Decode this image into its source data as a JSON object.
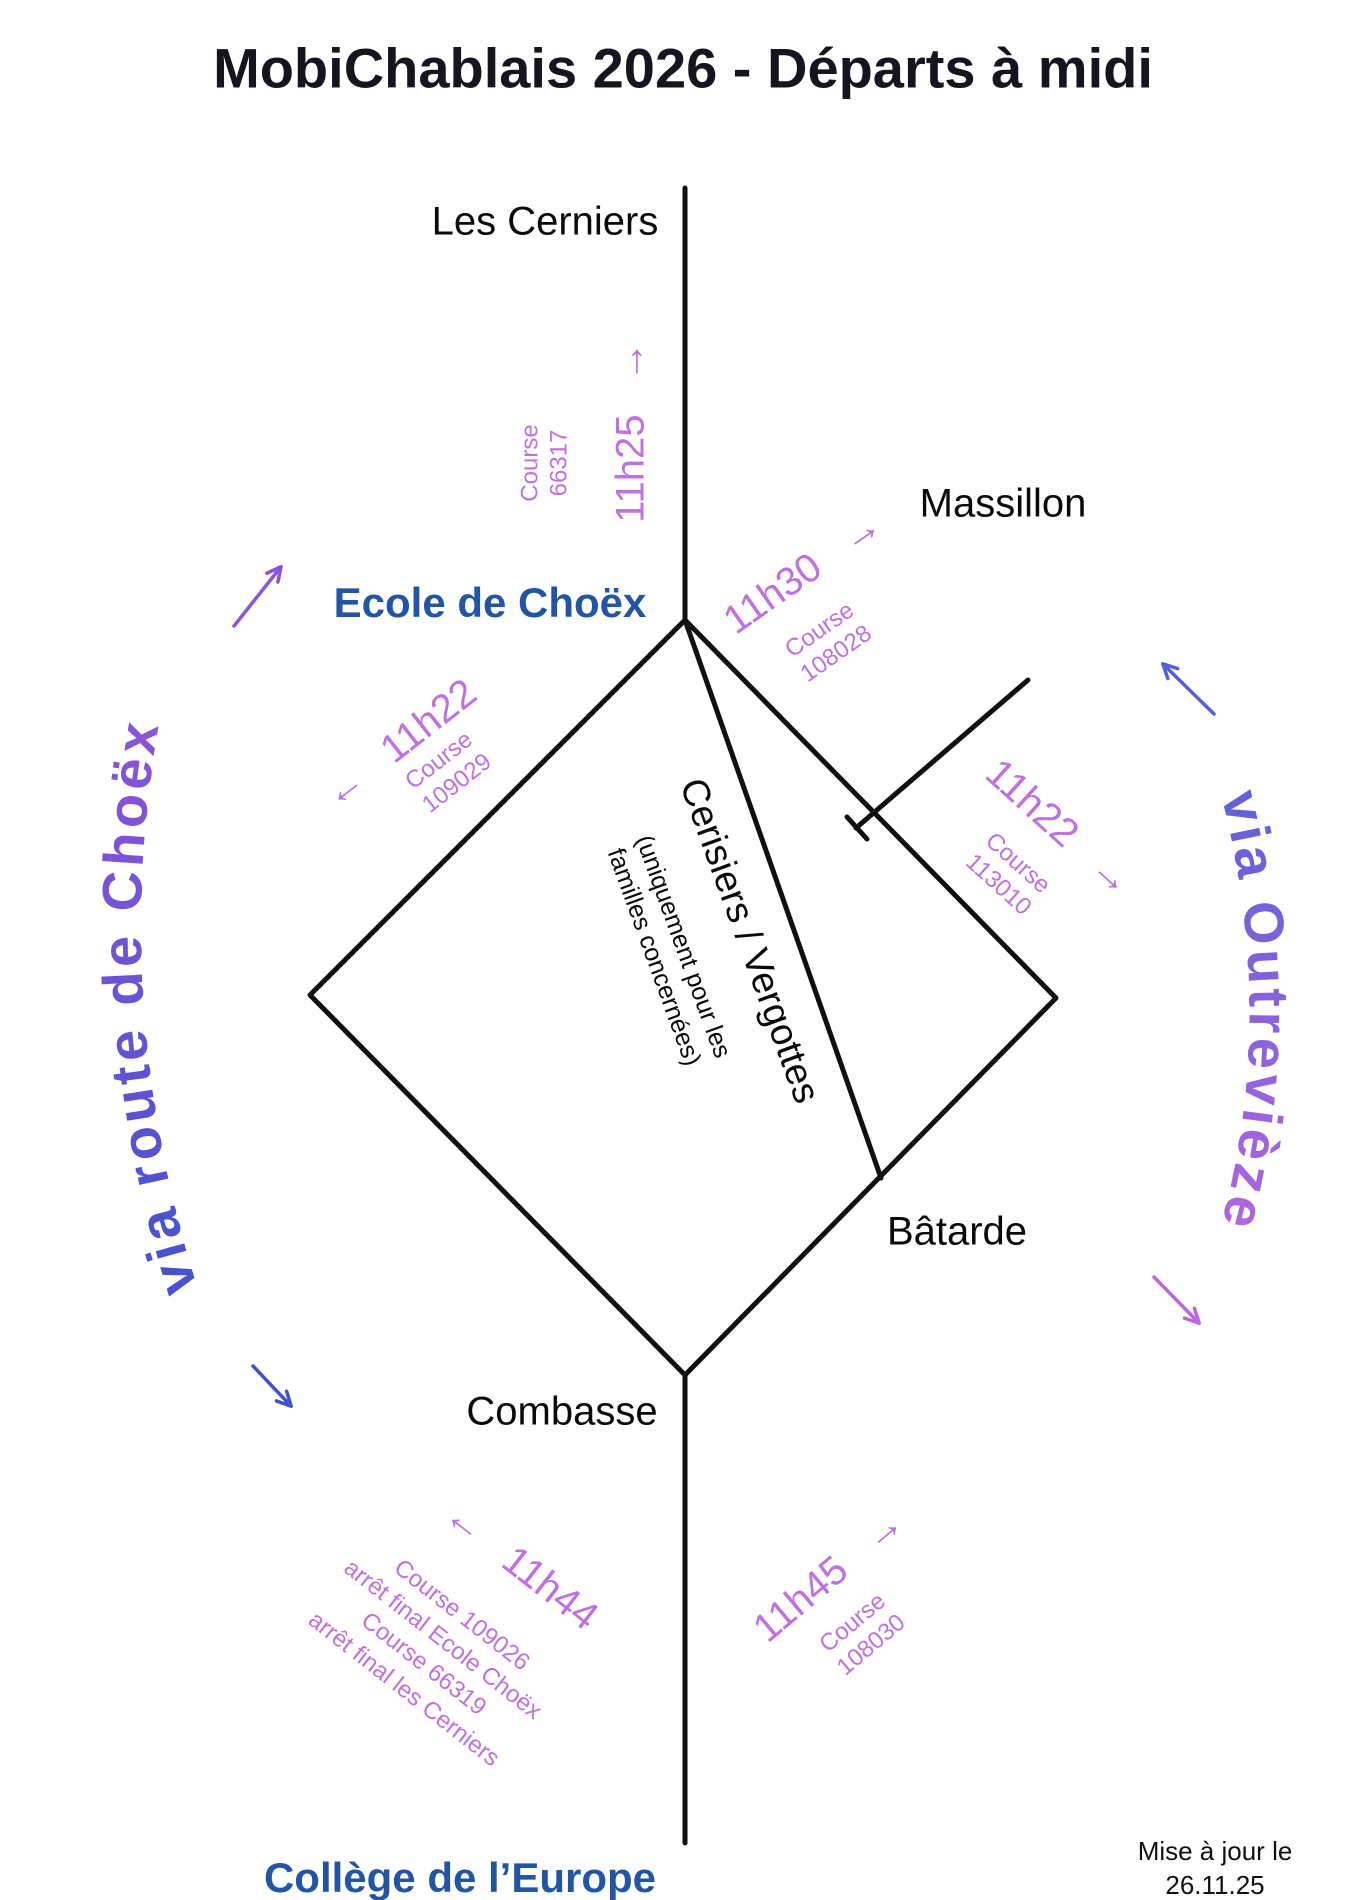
{
  "title": "MobiChablais 2026 - Départs à midi",
  "colors": {
    "schedule_purple": "#bf70e2",
    "station_blue": "#2355a5",
    "track_black": "#101010",
    "route_choex_gradient_top": "#9355d9",
    "route_choex_gradient_bottom": "#3e52ce",
    "route_outrevieze_gradient_top": "#5560d6",
    "route_outrevieze_gradient_bottom": "#bc66e2"
  },
  "stations": {
    "les_cerniers": "Les Cerniers",
    "ecole_de_choex": "Ecole de Choëx",
    "massillon": "Massillon",
    "batarde": "Bâtarde",
    "combasse": "Combasse",
    "college_de_l_europe": "Collège de l’Europe"
  },
  "routes": {
    "via_choex": "via route de Choëx",
    "via_outrevieze": "via Outrevièze"
  },
  "center_line": {
    "name": "Cerisiers / Vergottes",
    "note_line1": "(uniquement pour les",
    "note_line2": "familles concernées)"
  },
  "departures": {
    "to_les_cerniers": {
      "time": "11h25   →",
      "course_label": "Course",
      "course_number": "66317"
    },
    "to_massillon": {
      "time": "11h30   →",
      "course_label": "Course",
      "course_number": "108028"
    },
    "via_choex_left": {
      "time": "←   11h22",
      "course_label": "Course",
      "course_number": "109029"
    },
    "via_outrevieze_right": {
      "time": "11h22   →",
      "course_label": "Course",
      "course_number": "113010"
    },
    "from_college_left": {
      "time": "←   11h44",
      "notes": [
        "Course 109026",
        "arrêt final Ecole Choëx",
        "Course 66319",
        "arrêt final les Cerniers"
      ]
    },
    "from_college_right": {
      "time": "11h45   →",
      "course_label": "Course",
      "course_number": "108030"
    }
  },
  "footer": {
    "line1": "Mise à jour le",
    "line2": "26.11.25"
  }
}
